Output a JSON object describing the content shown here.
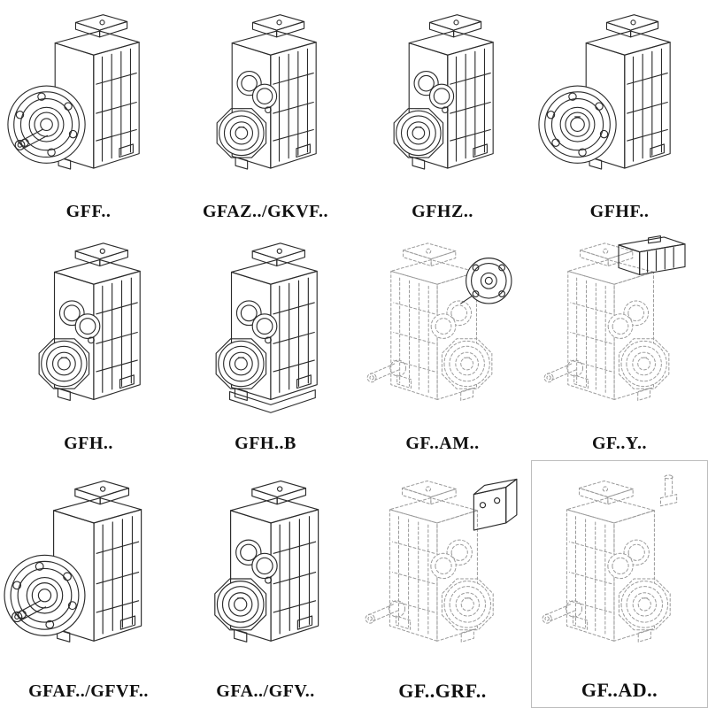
{
  "page": {
    "background": "#ffffff"
  },
  "colors": {
    "line": "#2b2b2b",
    "dashed_line": "#9a9a9a"
  },
  "catalog": {
    "items": [
      {
        "label": "GFF..",
        "drawing": "gearbox-flange-shaft"
      },
      {
        "label": "GFAZ../GKVF..",
        "drawing": "gearbox-hollow-bore"
      },
      {
        "label": "GFHZ..",
        "drawing": "gearbox-hollow-bore"
      },
      {
        "label": "GFHF..",
        "drawing": "gearbox-flange"
      },
      {
        "label": "GFH..",
        "drawing": "gearbox-hollow-bore"
      },
      {
        "label": "GFH..B",
        "drawing": "gearbox-hollow-bore-foot"
      },
      {
        "label": "GF..AM..",
        "drawing": "gearbox-dashed-iec-flange"
      },
      {
        "label": "GF..Y..",
        "drawing": "gearbox-dashed-motor"
      },
      {
        "label": "GFAF../GFVF..",
        "drawing": "gearbox-flange-shaft"
      },
      {
        "label": "GFA../GFV..",
        "drawing": "gearbox-hollow-bore"
      },
      {
        "label": "GF..GRF..",
        "drawing": "gearbox-dashed-adapter"
      },
      {
        "label": "GF..AD..",
        "drawing": "gearbox-dashed-input-shaft"
      }
    ]
  }
}
